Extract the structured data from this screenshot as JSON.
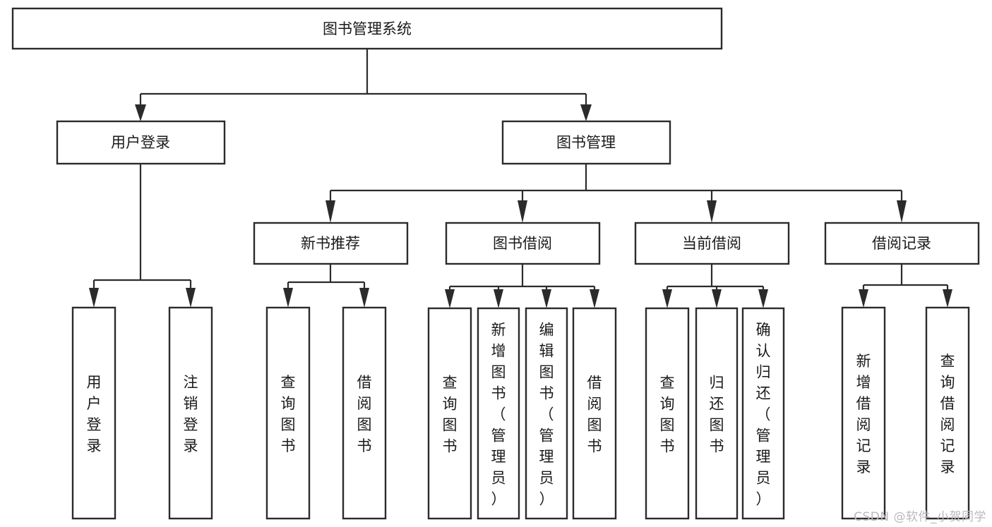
{
  "diagram": {
    "type": "tree",
    "title": "图书管理系统",
    "watermark": "CSDN @软件_小贺同学",
    "root": {
      "id": "root",
      "label": "图书管理系统"
    },
    "level1": [
      {
        "id": "user-login",
        "label": "用户登录"
      },
      {
        "id": "book-manage",
        "label": "图书管理"
      }
    ],
    "level2": [
      {
        "id": "new-book-recommend",
        "label": "新书推荐",
        "parent": "book-manage"
      },
      {
        "id": "book-borrow",
        "label": "图书借阅",
        "parent": "book-manage"
      },
      {
        "id": "current-borrow",
        "label": "当前借阅",
        "parent": "book-manage"
      },
      {
        "id": "borrow-record",
        "label": "借阅记录",
        "parent": "book-manage"
      }
    ],
    "leaves": {
      "user-login": [
        {
          "id": "leaf-user-login",
          "label": "用户登录"
        },
        {
          "id": "leaf-logout-login",
          "label": "注销登录"
        }
      ],
      "new-book-recommend": [
        {
          "id": "leaf-query-book-1",
          "label": "查询图书"
        },
        {
          "id": "leaf-borrow-book-1",
          "label": "借阅图书"
        }
      ],
      "book-borrow": [
        {
          "id": "leaf-query-book-2",
          "label": "查询图书"
        },
        {
          "id": "leaf-add-book",
          "label": "新增图书（管理员）"
        },
        {
          "id": "leaf-edit-book",
          "label": "编辑图书（管理员）"
        },
        {
          "id": "leaf-borrow-book-2",
          "label": "借阅图书"
        }
      ],
      "current-borrow": [
        {
          "id": "leaf-query-book-3",
          "label": "查询图书"
        },
        {
          "id": "leaf-return-book",
          "label": "归还图书"
        },
        {
          "id": "leaf-confirm-return",
          "label": "确认归还（管理员）"
        }
      ],
      "borrow-record": [
        {
          "id": "leaf-add-record",
          "label": "新增借阅记录"
        },
        {
          "id": "leaf-query-record",
          "label": "查询借阅记录"
        }
      ]
    },
    "colors": {
      "background": "#ffffff",
      "box_stroke": "#2b2b2b",
      "box_fill": "#ffffff",
      "text": "#1a1a1a",
      "watermark": "#b9b9b9"
    }
  }
}
